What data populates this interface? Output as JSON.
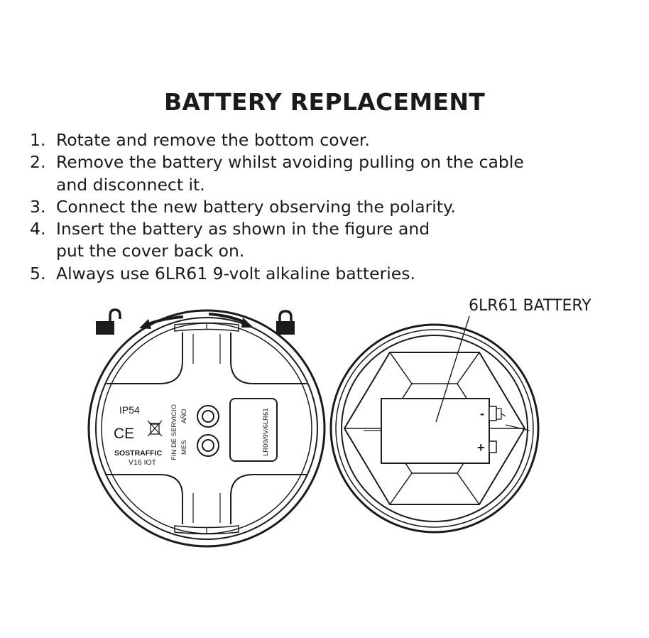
{
  "title": "BATTERY REPLACEMENT",
  "steps": [
    {
      "num": "1.",
      "text": "Rotate and remove the bottom cover."
    },
    {
      "num": "2.",
      "text": "Remove the battery whilst avoiding pulling on the cable\nand disconnect it."
    },
    {
      "num": "3.",
      "text": "Connect the new battery observing the polarity."
    },
    {
      "num": "4.",
      "text": "Insert the battery as shown in the figure and\nput the cover back on."
    },
    {
      "num": "5.",
      "text": "Always use 6LR61 9-volt alkaline batteries."
    }
  ],
  "cover": {
    "ip_rating": "IP54",
    "ce_mark": "CE",
    "brand": "SOSTRAFFIC",
    "model": "V16 IOT",
    "end_of_service": "FIN DE SERVICIO",
    "year": "AÑO",
    "month": "MES",
    "battery_spec": "LR09/9V/6LR61"
  },
  "battery_figure": {
    "label": "6LR61 BATTERY",
    "negative": "-",
    "positive": "+"
  },
  "icons": {
    "unlock": "unlocked-padlock-icon",
    "lock": "locked-padlock-icon",
    "rotate_left": "rotate-left-arrow-icon",
    "rotate_right": "rotate-right-arrow-icon",
    "weee": "crossed-bin-icon"
  },
  "colors": {
    "ink": "#1b1b1b",
    "background": "#ffffff"
  }
}
